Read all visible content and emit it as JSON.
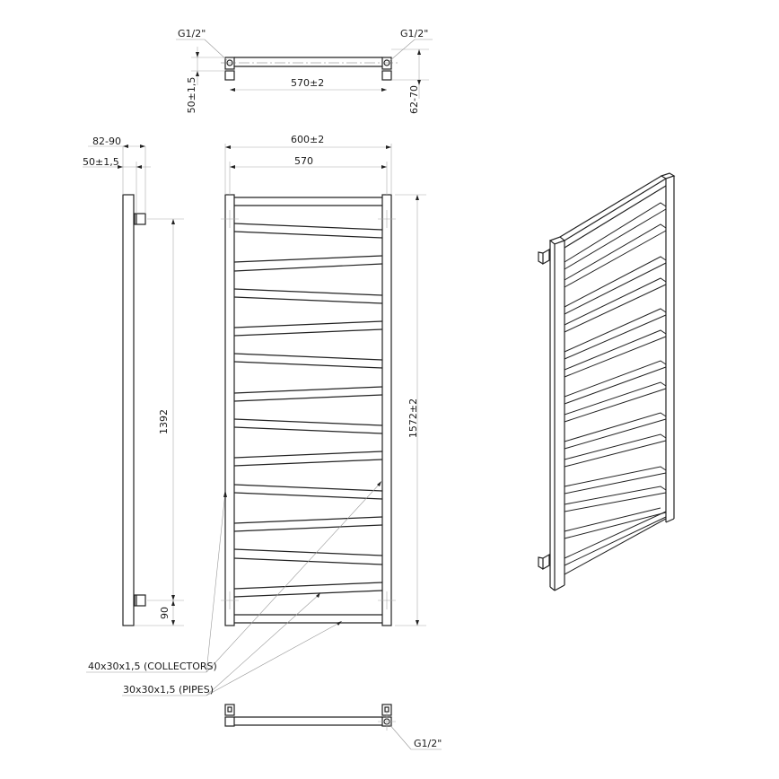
{
  "top_view": {
    "connection_left": "G1/2\"",
    "connection_right": "G1/2\"",
    "wall_distance": "50±1,5",
    "axis_distance": "570±2",
    "depth_range": "62-70"
  },
  "side_view": {
    "total_depth": "82-90",
    "wall_distance": "50±1,5",
    "bracket_spacing": "1392",
    "bottom_offset": "90"
  },
  "front_view": {
    "overall_width": "600±2",
    "axis_width": "570",
    "overall_height": "1572±2",
    "rail_count": 12
  },
  "callouts": {
    "collectors": "40x30x1,5 (COLLECTORS)",
    "pipes": "30x30x1,5 (PIPES)"
  },
  "bottom_view": {
    "connection": "G1/2\""
  },
  "iso_view": {
    "label": "isometric-view"
  }
}
